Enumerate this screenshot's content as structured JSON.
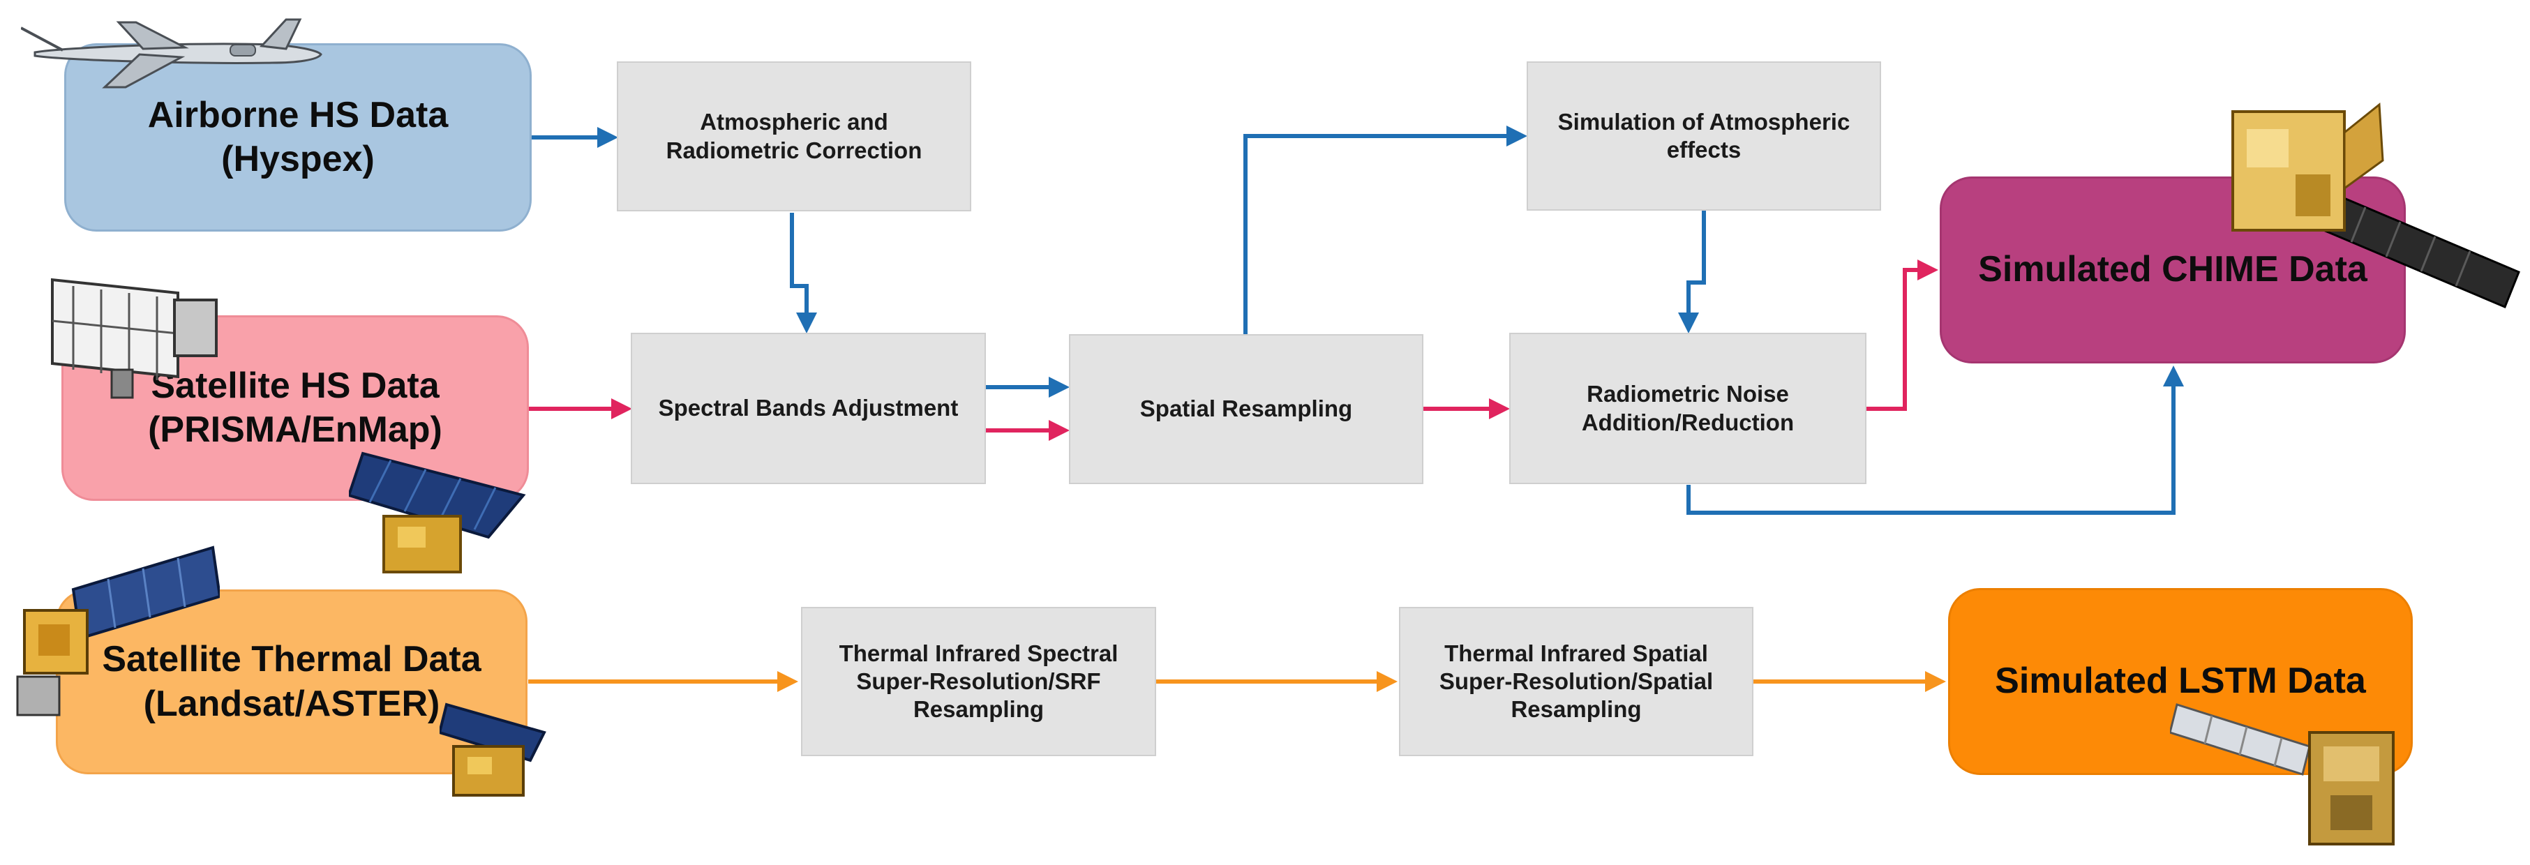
{
  "sources": {
    "airborne": {
      "label": "Airborne HS Data\n(Hyspex)",
      "color": "#a9c6e0"
    },
    "satellite_hs": {
      "label": "Satellite HS Data\n(PRISMA/EnMap)",
      "color": "#f9a1aa"
    },
    "satellite_thermal": {
      "label": "Satellite Thermal Data\n(Landsat/ASTER)",
      "color": "#fcb763"
    }
  },
  "processes": {
    "atm_rad": "Atmospheric and\nRadiometric Correction",
    "spectral": "Spectral Bands Adjustment",
    "spatial": "Spatial Resampling",
    "sim_atm": "Simulation of Atmospheric\neffects",
    "noise": "Radiometric Noise\nAddition/Reduction",
    "tir_spectral": "Thermal Infrared Spectral\nSuper-Resolution/SRF\nResampling",
    "tir_spatial": "Thermal Infrared Spatial\nSuper-Resolution/Spatial\nResampling"
  },
  "outputs": {
    "chime": {
      "label": "Simulated CHIME Data",
      "color": "#b8407f"
    },
    "lstm": {
      "label": "Simulated LSTM Data",
      "color": "#fd8a06"
    }
  },
  "arrow_colors": {
    "blue": "#1f6fb4",
    "red": "#e0245e",
    "orange": "#f7941d"
  },
  "icons": [
    "airplane-icon",
    "satellite-prisma-icon",
    "satellite-enmap-icon",
    "satellite-landsat-icon",
    "satellite-aster-icon",
    "satellite-chime-icon",
    "satellite-lstm-icon"
  ]
}
